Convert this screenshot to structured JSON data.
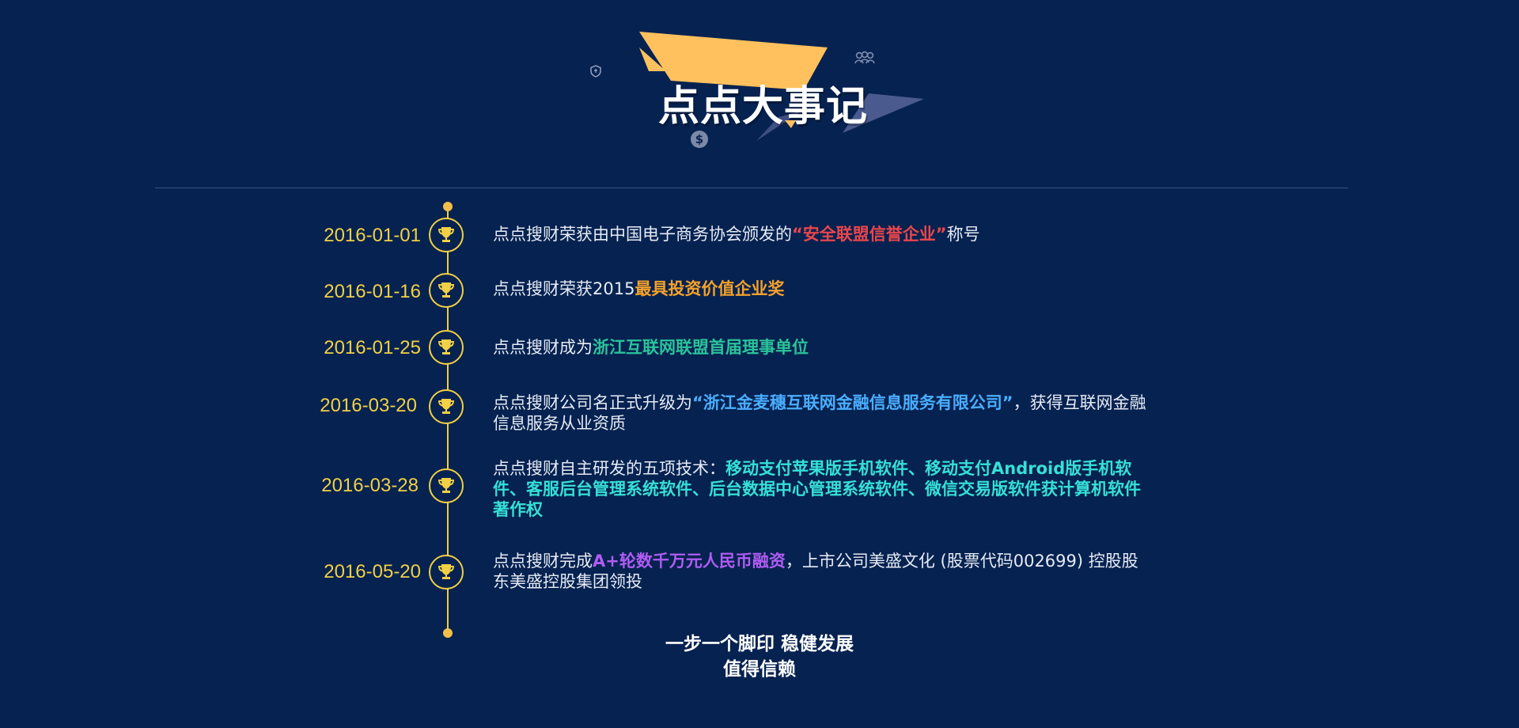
{
  "header": {
    "title": "点点大事记"
  },
  "events": [
    {
      "date": "2016-01-01",
      "text_before": "点点搜财荣获由中国电子商务协会颁发的",
      "highlight": "“安全联盟信誉企业”",
      "text_after": "称号",
      "highlight_color": "#e9464c"
    },
    {
      "date": "2016-01-16",
      "text_before": "点点搜财荣获2015",
      "highlight": "最具投资价值企业奖",
      "text_after": "",
      "highlight_color": "#f4a12a"
    },
    {
      "date": "2016-01-25",
      "text_before": "点点搜财成为",
      "highlight": "浙江互联网联盟首届理事单位",
      "text_after": "",
      "highlight_color": "#2bc39a"
    },
    {
      "date": "2016-03-20",
      "text_before": "点点搜财公司名正式升级为",
      "highlight": "“浙江金麦穗互联网金融信息服务有限公司”",
      "text_after": "，获得互联网金融信息服务从业资质",
      "highlight_color": "#4aaeff"
    },
    {
      "date": "2016-03-28",
      "text_before": "点点搜财自主研发的五项技术：",
      "highlight": "移动支付苹果版手机软件、移动支付Android版手机软件、客服后台管理系统软件、后台数据中心管理系统软件、微信交易版软件获计算机软件著作权",
      "text_after": "",
      "highlight_color": "#36e0d8"
    },
    {
      "date": "2016-05-20",
      "text_before": "点点搜财完成",
      "highlight": "A+轮数千万元人民币融资",
      "text_after": "，上市公司美盛文化 (股票代码002699) 控股股东美盛控股集团领投",
      "highlight_color": "#b05cf3"
    }
  ],
  "slogan": {
    "line1": "一步一个脚印  稳健发展",
    "line2": "值得信赖"
  },
  "icons": {
    "event_icon": "trophy-icon",
    "decorations": [
      "shield-icon",
      "people-icon",
      "dollar-coin-icon"
    ]
  },
  "colors": {
    "background": "#062250",
    "accent": "#f1d045",
    "banner_yellow": "#ffc15e",
    "banner_slate": "#4a5a8f"
  }
}
